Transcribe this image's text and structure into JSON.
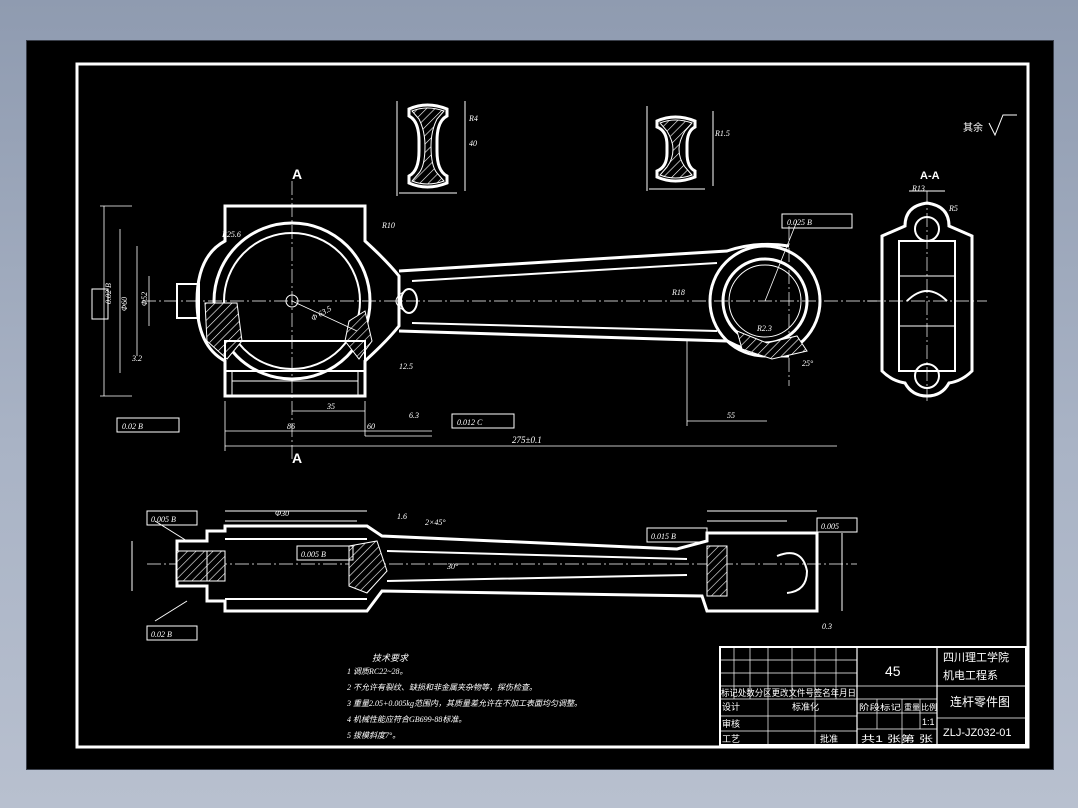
{
  "material": "45",
  "institution": {
    "line1": "四川理工学院",
    "line2": "机电工程系"
  },
  "drawing_title": "连杆零件图",
  "drawing_number": "ZLJ-JZ032-01",
  "scale": "1:1",
  "title_block_labels": {
    "revision_row": "标记处数分区更改文件号签名年月日",
    "design": "设计",
    "standardization": "标准化",
    "stage_mark": "阶段标记",
    "weight": "重量",
    "scale_label": "比例",
    "review": "审核",
    "process": "工艺",
    "approve": "批准",
    "sheet_info": "共1 张第 张"
  },
  "tech_requirements": {
    "heading": "技术要求",
    "items": [
      "1  调质RC22~28。",
      "2  不允许有裂纹、缺损和非金属夹杂物等，探伤检查。",
      "3  重量2.05+0.005kg范围内，其质量差允许在不加工表面均匀调整。",
      "4  机械性能应符合GB699-88标准。",
      "5  拔模斜度7°。"
    ]
  },
  "roughness_note": "其余",
  "section_marks": [
    "A",
    "A",
    "A-A"
  ],
  "dimensions": {
    "tolerance_frames": [
      "0.025 B",
      "0.005 B",
      "0.015 B",
      "0.012 C",
      "0.02 B",
      "0.02 B",
      "0.02 B",
      "0.005",
      "0.005 B"
    ],
    "main_length": "275±0.1",
    "values": [
      "R25.6",
      "R18",
      "Φ60",
      "Φ 63.5",
      "Φ52",
      "R10",
      "R13",
      "R5",
      "R1.5",
      "R4",
      "R2.3",
      "40",
      "35",
      "60",
      "55",
      "86",
      "3.2",
      "12.5",
      "6.3",
      "1.6",
      "25°",
      "30°",
      "2×45°",
      "Φ30",
      "0.3"
    ]
  }
}
